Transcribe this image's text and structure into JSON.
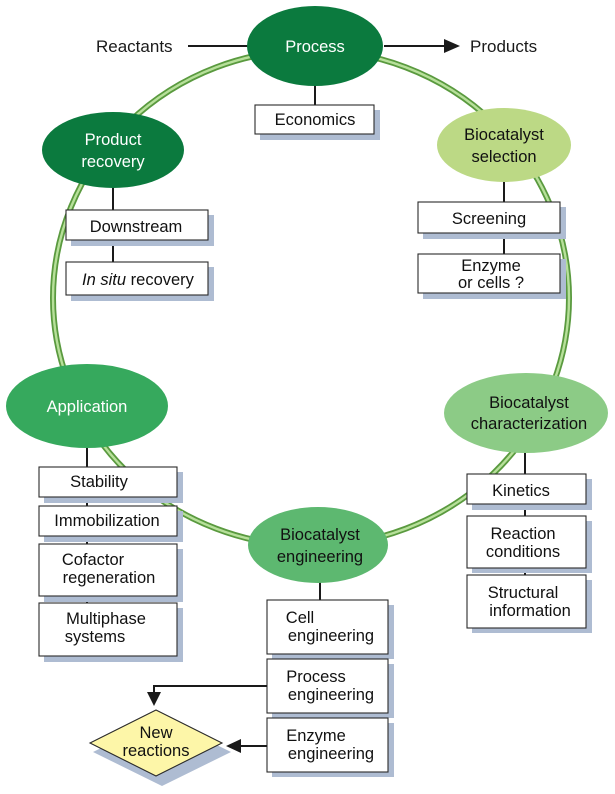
{
  "flow": {
    "input": "Reactants",
    "output": "Products"
  },
  "nodes": {
    "process": "Process",
    "biocatalyst_selection": [
      "Biocatalyst",
      "selection"
    ],
    "biocatalyst_characterization": [
      "Biocatalyst",
      "characterization"
    ],
    "biocatalyst_engineering": [
      "Biocatalyst",
      "engineering"
    ],
    "application": "Application",
    "product_recovery": [
      "Product",
      "recovery"
    ]
  },
  "boxes": {
    "economics": "Economics",
    "screening": "Screening",
    "enzyme_or_cells": [
      "Enzyme",
      "or cells ?"
    ],
    "kinetics": "Kinetics",
    "reaction_conditions": [
      "Reaction",
      "conditions"
    ],
    "structural_information": [
      "Structural",
      "information"
    ],
    "cell_engineering": [
      "Cell",
      "engineering"
    ],
    "process_engineering": [
      "Process",
      "engineering"
    ],
    "enzyme_engineering": [
      "Enzyme",
      "engineering"
    ],
    "stability": "Stability",
    "immobilization": "Immobilization",
    "cofactor_regeneration": [
      "Cofactor",
      "regeneration"
    ],
    "multiphase_systems": [
      "Multiphase",
      "systems"
    ],
    "downstream": "Downstream",
    "in_situ_recovery": {
      "italic": "In situ",
      "rest": " recovery"
    }
  },
  "outcome": [
    "New",
    "reactions"
  ],
  "colors": {
    "dark_green": "#0b7a3e",
    "mid_green": "#36a95d",
    "light_green": "#bcd985",
    "sage_green": "#8ccb86",
    "engineering_green": "#5db870",
    "cycle_ring": "#86c96a",
    "diamond_yellow": "#fdf6a8",
    "shadow_blue": "#aebcd2"
  }
}
